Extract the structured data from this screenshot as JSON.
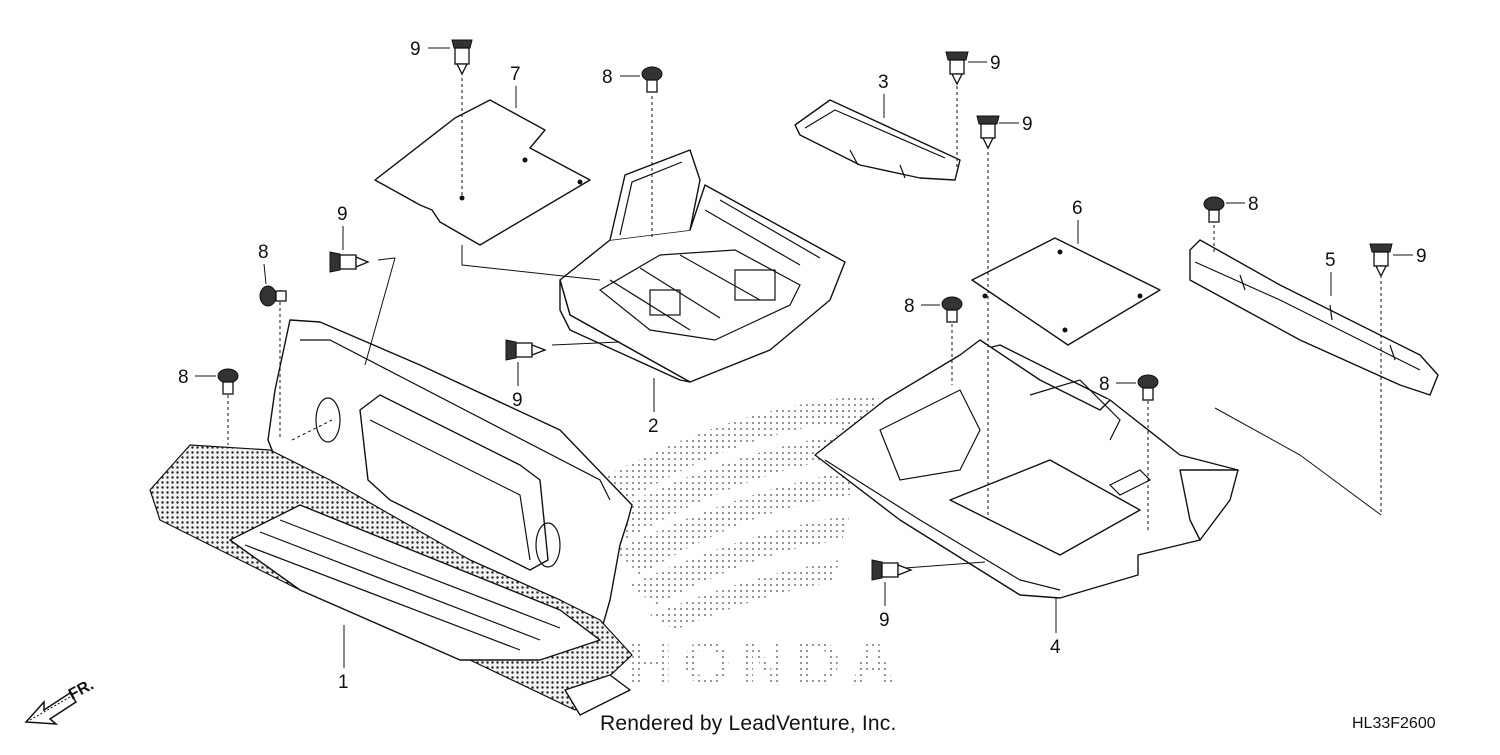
{
  "diagram": {
    "code": "HL33F2600",
    "credit": "Rendered by LeadVenture, Inc.",
    "front_marker": "FR.",
    "watermark": "HONDA",
    "callouts": {
      "c1": "1",
      "c2": "2",
      "c3": "3",
      "c4": "4",
      "c5": "5",
      "c6": "6",
      "c7": "7",
      "f8a": "8",
      "f8b": "8",
      "f8c": "8",
      "f8d": "8",
      "f8e": "8",
      "f8f": "8",
      "f9a": "9",
      "f9b": "9",
      "f9c": "9",
      "f9d": "9",
      "f9e": "9",
      "f9f": "9",
      "f9g": "9"
    }
  }
}
